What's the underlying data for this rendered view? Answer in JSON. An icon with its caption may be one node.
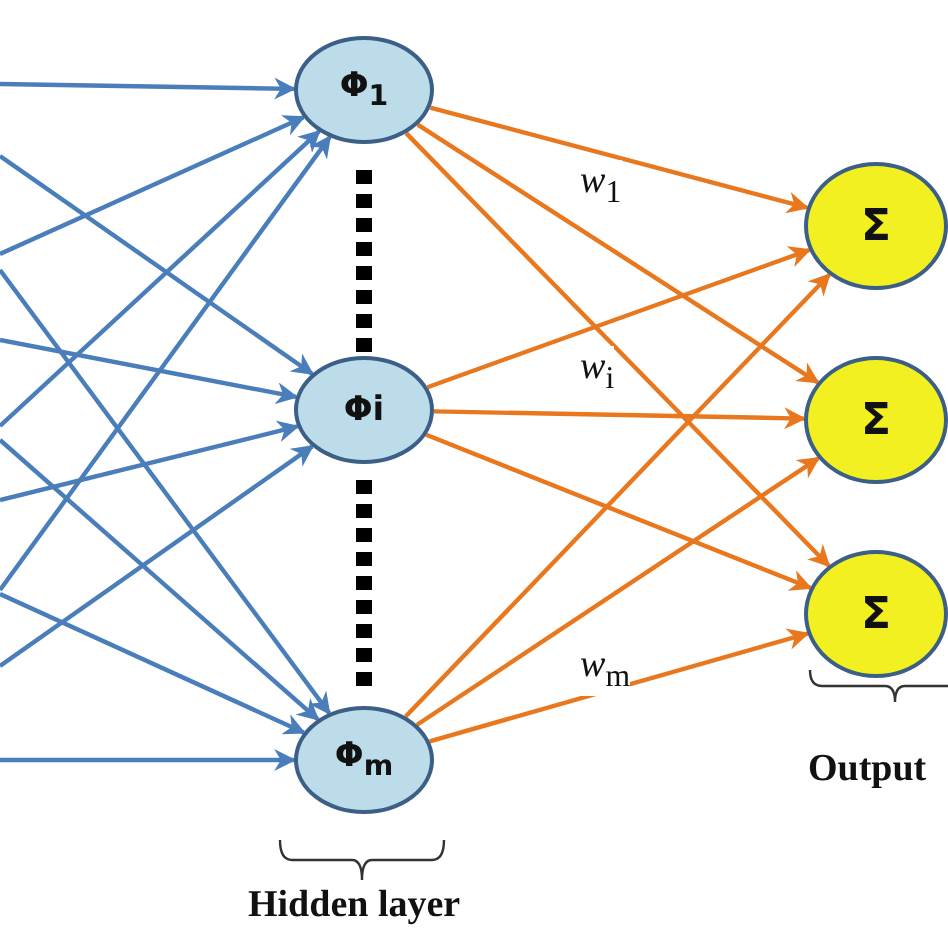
{
  "diagram": {
    "nodes": [
      {
        "text": [
          "Φ$_{1}$"
        ]
      },
      {
        "text": [
          "Φi"
        ]
      },
      {
        "text": [
          "Φ$_{m}$"
        ]
      },
      {
        "text": [
          "Σ"
        ]
      },
      {
        "text": [
          "Σ"
        ]
      },
      {
        "text": [
          "Σ"
        ]
      }
    ],
    "edges": [
      {
        "from": null,
        "to": 0,
        "arrow": "to"
      },
      {
        "from": null,
        "to": 1,
        "arrow": "to"
      },
      {
        "from": null,
        "to": 0,
        "arrow": "to"
      },
      {
        "from": null,
        "to": 2,
        "arrow": "to"
      },
      {
        "from": null,
        "to": 1,
        "arrow": "to"
      },
      {
        "from": null,
        "to": 0,
        "arrow": "to"
      },
      {
        "from": null,
        "to": 2,
        "arrow": "to"
      },
      {
        "from": null,
        "to": 1,
        "arrow": "to"
      },
      {
        "from": null,
        "to": 0,
        "arrow": "to"
      },
      {
        "from": null,
        "to": 2,
        "arrow": "to"
      },
      {
        "from": null,
        "to": 1,
        "arrow": "to"
      },
      {
        "from": null,
        "to": 2,
        "arrow": "to"
      },
      {
        "from": 0,
        "to": 3,
        "arrow": "to",
        "color": "#e8771e"
      },
      {
        "from": 0,
        "to": 4,
        "arrow": "to",
        "color": "#e8771e"
      },
      {
        "from": 0,
        "to": 5,
        "arrow": "to",
        "color": "#e8771e"
      },
      {
        "from": 1,
        "to": 3,
        "arrow": "to",
        "color": "#e8771e"
      },
      {
        "from": 1,
        "to": 4,
        "arrow": "to",
        "color": "#e8771e"
      },
      {
        "from": 1,
        "to": 5,
        "arrow": "to",
        "color": "#e8771e"
      },
      {
        "from": 2,
        "to": 3,
        "arrow": "to",
        "color": "#e8771e"
      },
      {
        "from": 2,
        "to": 4,
        "arrow": "to",
        "color": "#e8771e"
      },
      {
        "from": 2,
        "to": 5,
        "arrow": "to",
        "color": "#e8771e"
      }
    ],
    "labels": [
      "*w*$_{1}$",
      "*w*$_{i}$",
      "*w*$_{m}$",
      "Hidden layer",
      "Output"
    ]
  }
}
